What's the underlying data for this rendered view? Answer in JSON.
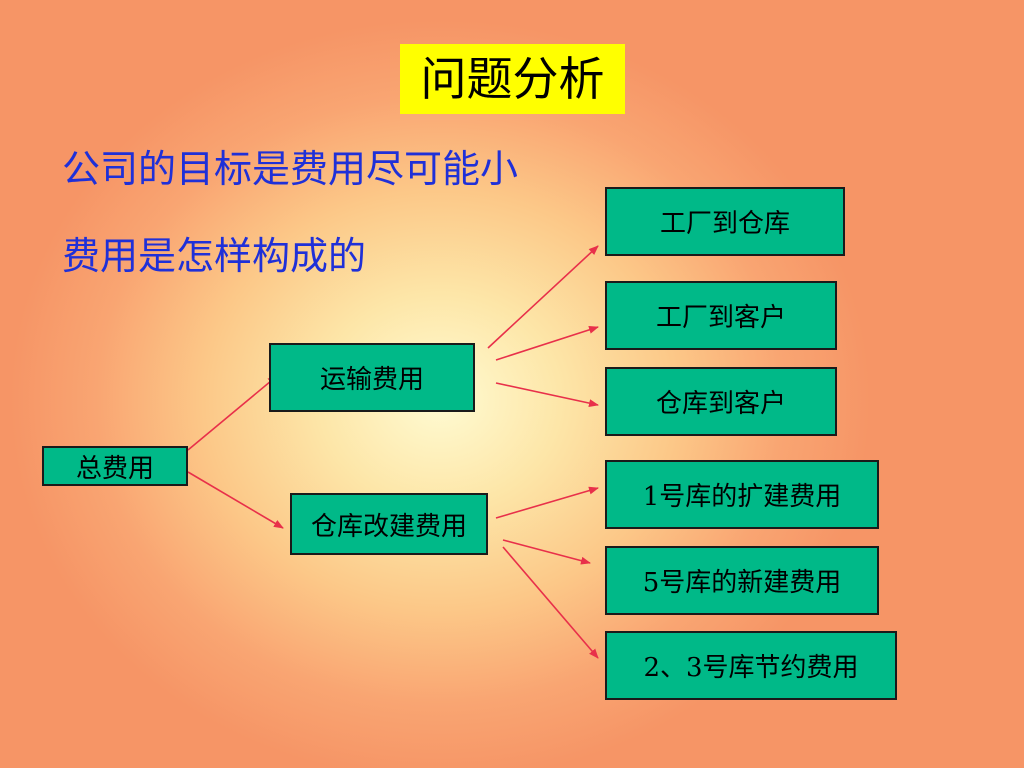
{
  "title": "问题分析",
  "text_lines": [
    "公司的目标是费用尽可能小",
    "费用是怎样构成的"
  ],
  "nodes": {
    "total": "总费用",
    "transport": "运输费用",
    "warehouse": "仓库改建费用",
    "factory_to_warehouse": "工厂到仓库",
    "factory_to_customer": "工厂到客户",
    "warehouse_to_customer": "仓库到客户",
    "expansion_1": "1号库的扩建费用",
    "new_5": "5号库的新建费用",
    "saving_2_3": "2、3号库节约费用"
  },
  "colors": {
    "box_fill": "#00b988",
    "arrow": "#e8304a",
    "title_bg": "#ffff00",
    "text_blue": "#1f30d8"
  }
}
